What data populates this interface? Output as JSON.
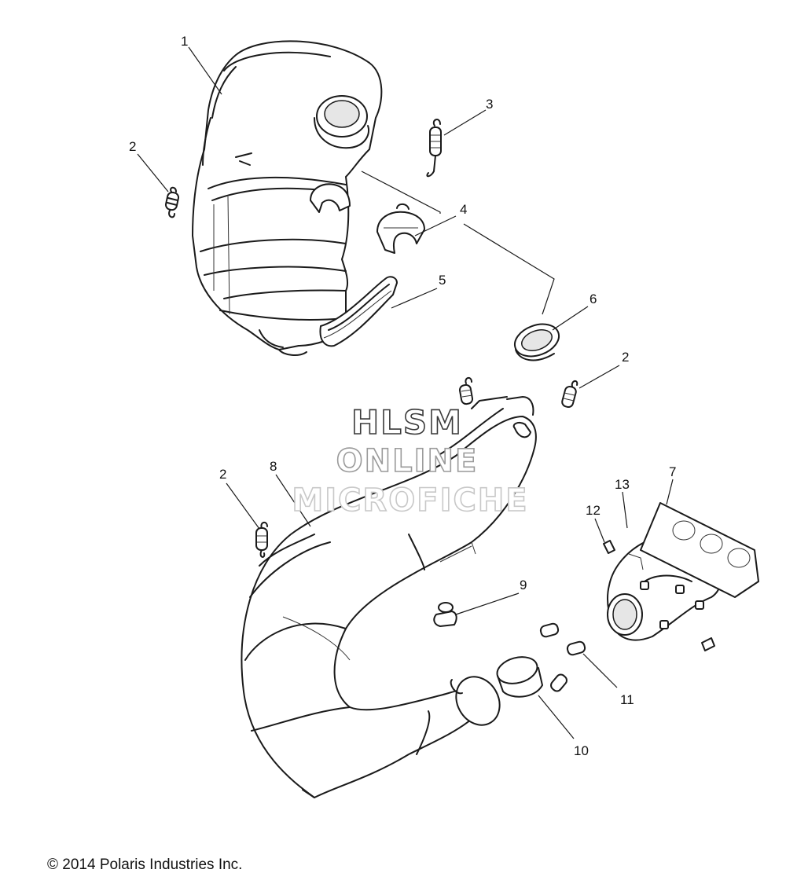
{
  "callouts": [
    "1",
    "2",
    "3",
    "4",
    "5",
    "6",
    "2",
    "2",
    "8",
    "13",
    "7",
    "12",
    "9",
    "11",
    "10"
  ],
  "watermark": {
    "line1": "HLSM",
    "line2": "ONLINE",
    "line3": "MICROFICHE"
  },
  "copyright": "© 2014 Polaris Industries Inc."
}
